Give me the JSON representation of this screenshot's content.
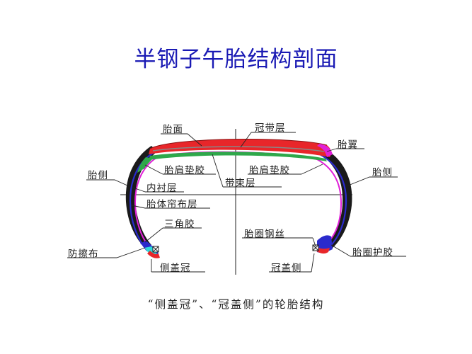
{
  "title": "半钢子午胎结构剖面",
  "labels": {
    "tread": "胎面",
    "cap_ply": "冠带层",
    "wing": "胎翼",
    "sidewall_left": "胎侧",
    "shoulder_left": "胎肩垫胶",
    "shoulder_right": "胎肩垫胶",
    "sidewall_right": "胎侧",
    "inner_liner": "内衬层",
    "belt": "带束层",
    "carcass": "胎体帘布层",
    "apex": "三角胶",
    "bead_wire": "胎圈钢丝",
    "chafer": "防擦布",
    "bead_guard": "胎圈护胶",
    "sidewall_over_tread": "侧盖冠",
    "tread_over_sidewall": "冠盖侧"
  },
  "caption": "“侧盖冠”、“冠盖侧”的轮胎结构",
  "colors": {
    "title": "#1a1ab4",
    "tread": "#e8262a",
    "belt": "#2ea84a",
    "carcass": "#2a2acc",
    "magenta": "#e020d8",
    "sidewall": "#222222",
    "bead_cyan": "#30d8d8"
  }
}
